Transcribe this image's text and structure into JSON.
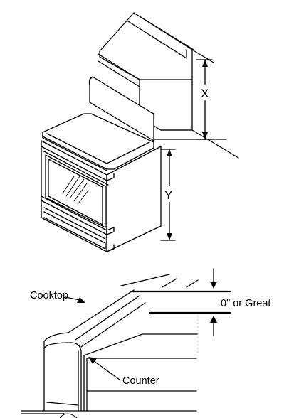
{
  "labels": {
    "x_dimension": "X",
    "y_dimension": "Y",
    "cooktop": "Cooktop",
    "clearance": "0\" or Great",
    "counter": "Counter"
  }
}
